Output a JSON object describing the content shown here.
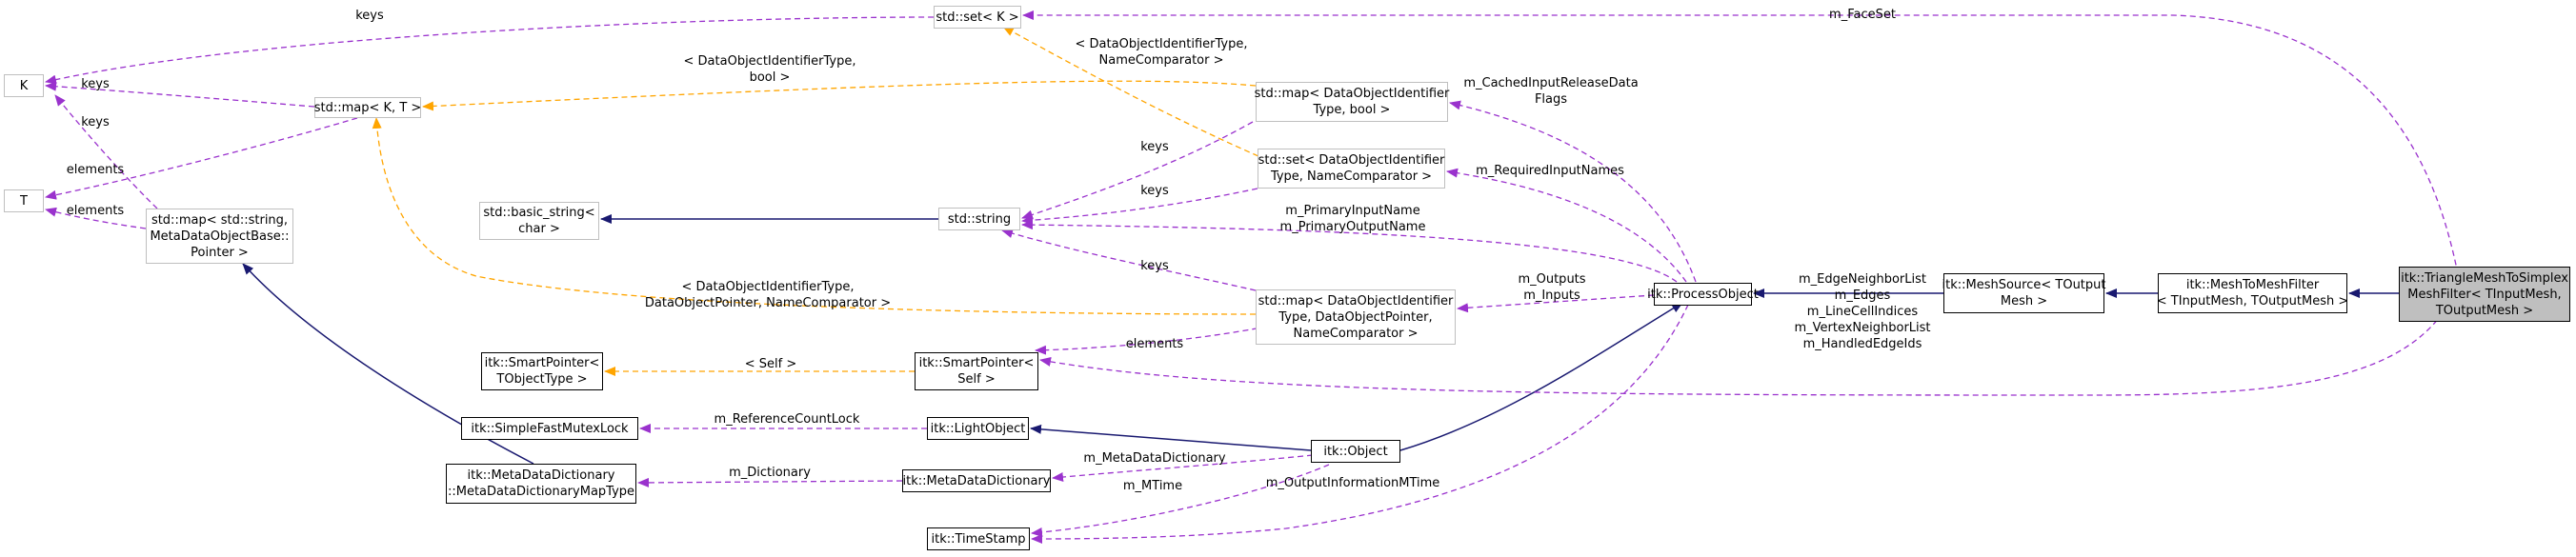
{
  "nodes": {
    "K": [
      "K"
    ],
    "T": [
      "T"
    ],
    "map_kt": [
      "std::map< K, T >"
    ],
    "map_str_meta": [
      "std::map< std::string,",
      "MetaDataObjectBase::",
      "Pointer >"
    ],
    "set_k": [
      "std::set< K >"
    ],
    "basic_string": [
      "std::basic_string<",
      "char >"
    ],
    "std_string": [
      "std::string"
    ],
    "map_did_bool": [
      "std::map< DataObjectIdentifier",
      "Type, bool >"
    ],
    "set_did": [
      "std::set< DataObjectIdentifier",
      "Type, NameComparator >"
    ],
    "map_did_ptr": [
      "std::map< DataObjectIdentifier",
      "Type, DataObjectPointer,",
      "NameComparator >"
    ],
    "smartptr_tobj": [
      "itk::SmartPointer<",
      "TObjectType >"
    ],
    "smartptr_self": [
      "itk::SmartPointer<",
      "Self >"
    ],
    "simple_mutex": [
      "itk::SimpleFastMutexLock"
    ],
    "light_object": [
      "itk::LightObject"
    ],
    "meta_dict_map": [
      "itk::MetaDataDictionary",
      "::MetaDataDictionaryMapType"
    ],
    "meta_dict": [
      "itk::MetaDataDictionary"
    ],
    "timestamp": [
      "itk::TimeStamp"
    ],
    "object": [
      "itk::Object"
    ],
    "process_object": [
      "itk::ProcessObject"
    ],
    "mesh_source": [
      "itk::MeshSource< TOutput",
      "Mesh >"
    ],
    "mesh_to_mesh": [
      "itk::MeshToMeshFilter",
      "< TInputMesh, TOutputMesh >"
    ],
    "triangle_filter": [
      "itk::TriangleMeshToSimplex",
      "MeshFilter< TInputMesh,",
      "TOutputMesh >"
    ]
  },
  "edge_labels": {
    "keys_setk_K": [
      "keys"
    ],
    "keys_map_K": [
      "keys"
    ],
    "keys_mapstr_K": [
      "keys"
    ],
    "elements_map_T": [
      "elements"
    ],
    "elements_mapstr_T": [
      "elements"
    ],
    "did_bool": [
      "< DataObjectIdentifierType,",
      "bool >"
    ],
    "did_namecomp": [
      "< DataObjectIdentifierType,",
      "NameComparator >"
    ],
    "did_ptr_namecomp": [
      "< DataObjectIdentifierType,",
      "DataObjectPointer, NameComparator >"
    ],
    "keys_mapbool": [
      "keys"
    ],
    "keys_setdid": [
      "keys"
    ],
    "keys_mapptr": [
      "keys"
    ],
    "m_faceset": [
      "m_FaceSet"
    ],
    "cached_flags": [
      "m_CachedInputReleaseData",
      "Flags"
    ],
    "required_names": [
      "m_RequiredInputNames"
    ],
    "primary_names": [
      "m_PrimaryInputName",
      "m_PrimaryOutputName"
    ],
    "outputs_inputs": [
      "m_Outputs",
      "m_Inputs"
    ],
    "self_label": [
      "< Self >"
    ],
    "elements_ptr": [
      "elements"
    ],
    "edge_lists": [
      "m_EdgeNeighborList",
      "m_Edges",
      "m_LineCellIndices",
      "m_VertexNeighborList",
      "m_HandledEdgeIds"
    ],
    "refcount_lock": [
      "m_ReferenceCountLock"
    ],
    "dictionary": [
      "m_Dictionary"
    ],
    "metadata_dictionary": [
      "m_MetaDataDictionary"
    ],
    "mtime": [
      "m_MTime"
    ],
    "output_info_mtime": [
      "m_OutputInformationMTime"
    ]
  },
  "colors": {
    "inheritance": "#191970",
    "usage": "#9a32cd",
    "template": "#ffa500",
    "external_border": "#bfbfbf",
    "focus_fill": "#bfbfbf"
  }
}
